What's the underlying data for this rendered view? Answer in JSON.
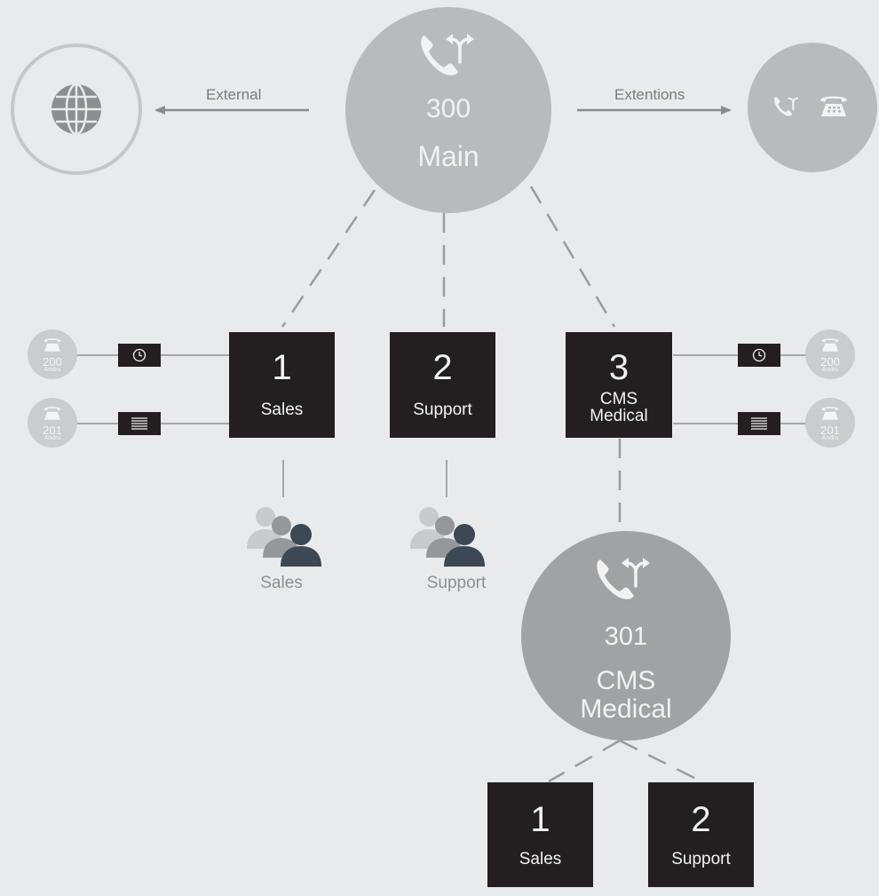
{
  "main_ivr": {
    "number": "300",
    "name": "Main"
  },
  "edges": {
    "external": "External",
    "extensions": "Extentions"
  },
  "options": [
    {
      "key": "1",
      "name": "Sales"
    },
    {
      "key": "2",
      "name": "Support"
    },
    {
      "key": "3",
      "name": "CMS Medical"
    }
  ],
  "left_agents": [
    {
      "number": "200",
      "name": "Andru"
    },
    {
      "number": "201",
      "name": "Andru"
    }
  ],
  "right_agents": [
    {
      "number": "200",
      "name": "Andru"
    },
    {
      "number": "201",
      "name": "Andru"
    }
  ],
  "groups": [
    {
      "name": "Sales"
    },
    {
      "name": "Support"
    }
  ],
  "sub_ivr": {
    "number": "301",
    "name_line1": "CMS",
    "name_line2": "Medical",
    "options": [
      {
        "key": "1",
        "name": "Sales"
      },
      {
        "key": "2",
        "name": "Support"
      }
    ]
  },
  "colors": {
    "background": "#e9eaeb",
    "ivr_circle": "#b9babc",
    "sub_ivr_circle": "#a1a2a4",
    "box": "#231f20",
    "agent_circle": "#cbccce",
    "connector": "#9a9b9d"
  }
}
